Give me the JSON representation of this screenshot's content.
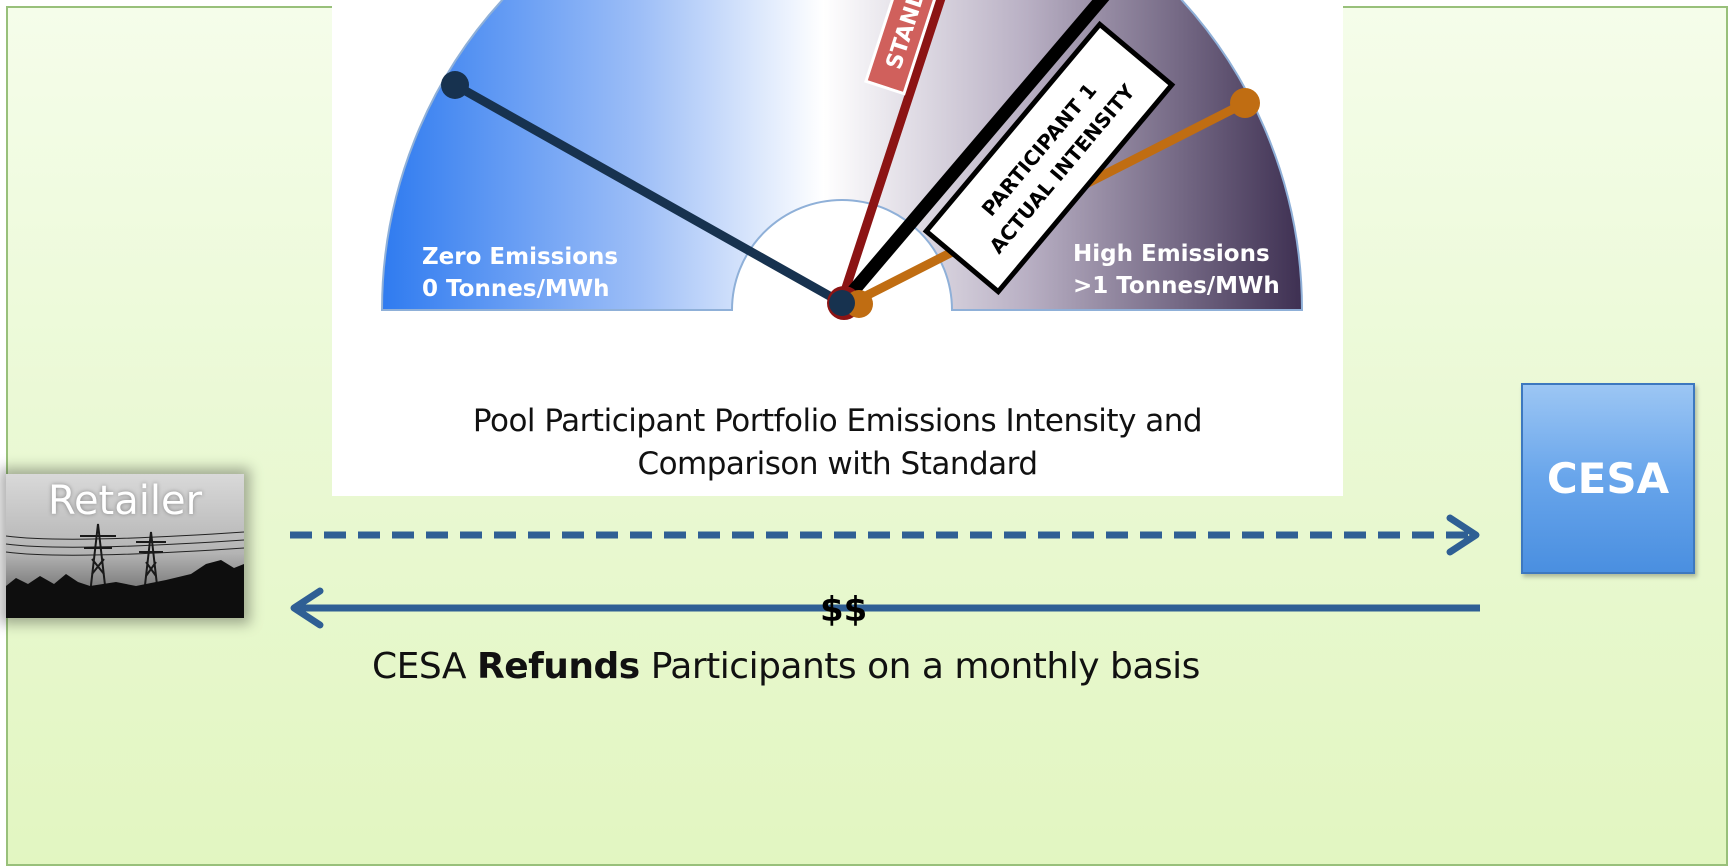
{
  "gauge": {
    "low_label_line1": "Zero Emissions",
    "low_label_line2": "0 Tonnes/MWh",
    "high_label_line1": "High Emissions",
    "high_label_line2": ">1 Tonnes/MWh",
    "standard_tag": "STAND",
    "participant_tag_line1": "PARTICIPANT 1",
    "participant_tag_line2": "ACTUAL INTENSITY",
    "caption_line1": "Pool Participant Portfolio Emissions Intensity and",
    "caption_line2": "Comparison with Standard",
    "colors": {
      "low": "#2f7bf0",
      "high": "#3e3052",
      "zero_needle": "#17324f",
      "standard_needle": "#8c1414",
      "participant_needle": "#000000",
      "high_needle": "#c06d12",
      "standard_tag": "#d0605c"
    }
  },
  "retailer": {
    "label": "Retailer"
  },
  "cesa": {
    "label": "CESA"
  },
  "flow": {
    "money_label": "$$",
    "refund_prefix": "CESA",
    "refund_bold": "Refunds",
    "refund_suffix": "Participants on a monthly basis",
    "arrow_color": "#2f5f94"
  },
  "panel_color": "#e8f8cf"
}
